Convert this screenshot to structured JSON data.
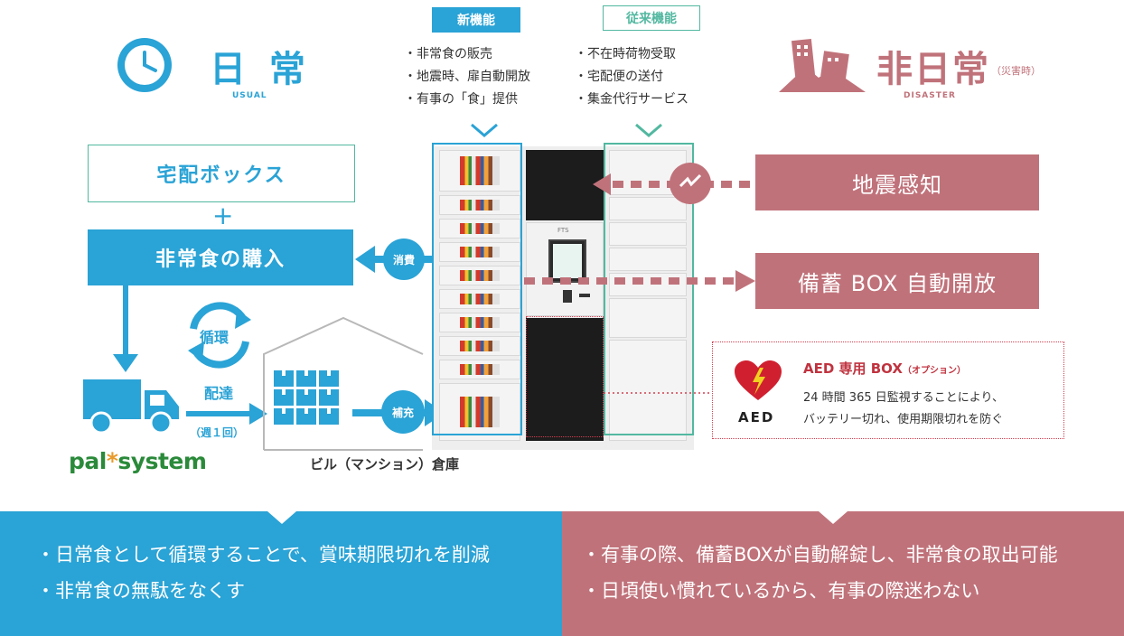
{
  "usual": {
    "title": "日 常",
    "caption": "USUAL",
    "color": "#2aa3d6"
  },
  "disaster": {
    "title": "非日常",
    "title_note": "（災害時）",
    "caption": "DISASTER",
    "color": "#c0727a"
  },
  "new_features": {
    "tag": "新機能",
    "items": [
      "・非常食の販売",
      "・地震時、扉自動開放",
      "・有事の「食」提供"
    ]
  },
  "old_features": {
    "tag": "従来機能",
    "items": [
      "・不在時荷物受取",
      "・宅配便の送付",
      "・集金代行サービス"
    ]
  },
  "left_flow": {
    "box_delivery": "宅配ボックス",
    "plus": "+",
    "box_purchase": "非常食の購入",
    "cycle": "循環",
    "delivery": "配達",
    "weekly": "（週１回）",
    "brand_left": "pal",
    "brand_star": "*",
    "brand_right": "system",
    "warehouse_label": "ビル（マンション）倉庫",
    "consume": "消費",
    "replenish": "補充"
  },
  "right_flow": {
    "quake": "地震感知",
    "auto_open": "備蓄 BOX 自動開放"
  },
  "aed": {
    "label": "AED",
    "title": "AED 専用 BOX",
    "title_note": "（オプション）",
    "line1": "24 時間 365 日監視することにより、",
    "line2": "バッテリー切れ、使用期限切れを防ぐ"
  },
  "locker": {
    "brand": "FTS"
  },
  "bottom_left": [
    "・日常食として循環することで、賞味期限切れを削減",
    "・非常食の無駄をなくす"
  ],
  "bottom_right": [
    "・有事の際、備蓄BOXが自動解錠し、非常食の取出可能",
    "・日頃使い慣れているから、有事の際迷わない"
  ],
  "colors": {
    "accent_blue": "#2aa3d6",
    "accent_rose": "#c0727a",
    "accent_green": "#52b8a0"
  }
}
